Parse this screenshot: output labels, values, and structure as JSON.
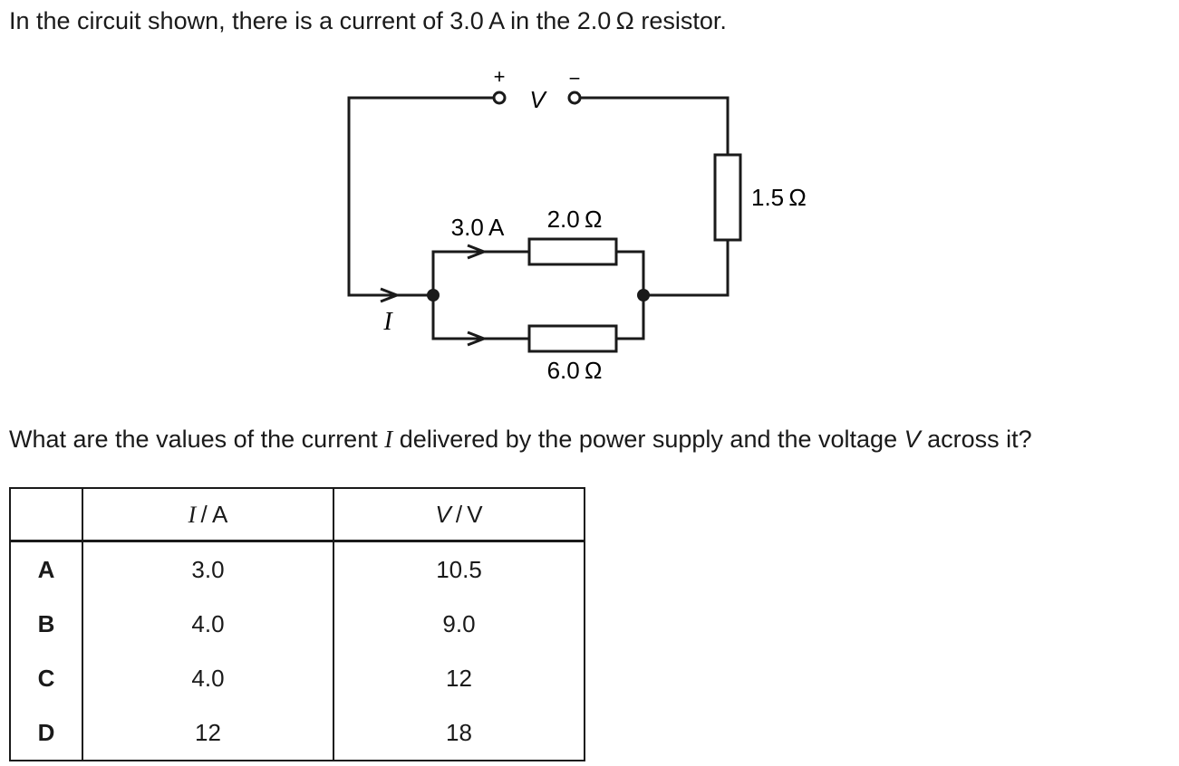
{
  "stem": {
    "pre": "In the circuit shown, there is a current of 3.0 A in the 2.0 Ω resistor."
  },
  "circuit": {
    "terminal_plus": "+",
    "terminal_minus": "−",
    "supply_voltage_symbol": "V",
    "current_symbol": "I",
    "branch_current_label": "3.0 A",
    "resistor_top_label": "2.0 Ω",
    "resistor_bottom_label": "6.0 Ω",
    "resistor_series_label": "1.5 Ω"
  },
  "question": {
    "part1": "What are the values of the current ",
    "current_symbol": "I",
    "part2": " delivered by the power supply and the voltage ",
    "voltage_symbol": "V",
    "part3": " across it?"
  },
  "table": {
    "header_I_symbol": "I",
    "header_I_unit": " / A",
    "header_V_symbol": "V",
    "header_V_unit": " / V",
    "rows": [
      {
        "letter": "A",
        "I": "3.0",
        "V": "10.5"
      },
      {
        "letter": "B",
        "I": "4.0",
        "V": "9.0"
      },
      {
        "letter": "C",
        "I": "4.0",
        "V": "12"
      },
      {
        "letter": "D",
        "I": "12",
        "V": "18"
      }
    ]
  }
}
